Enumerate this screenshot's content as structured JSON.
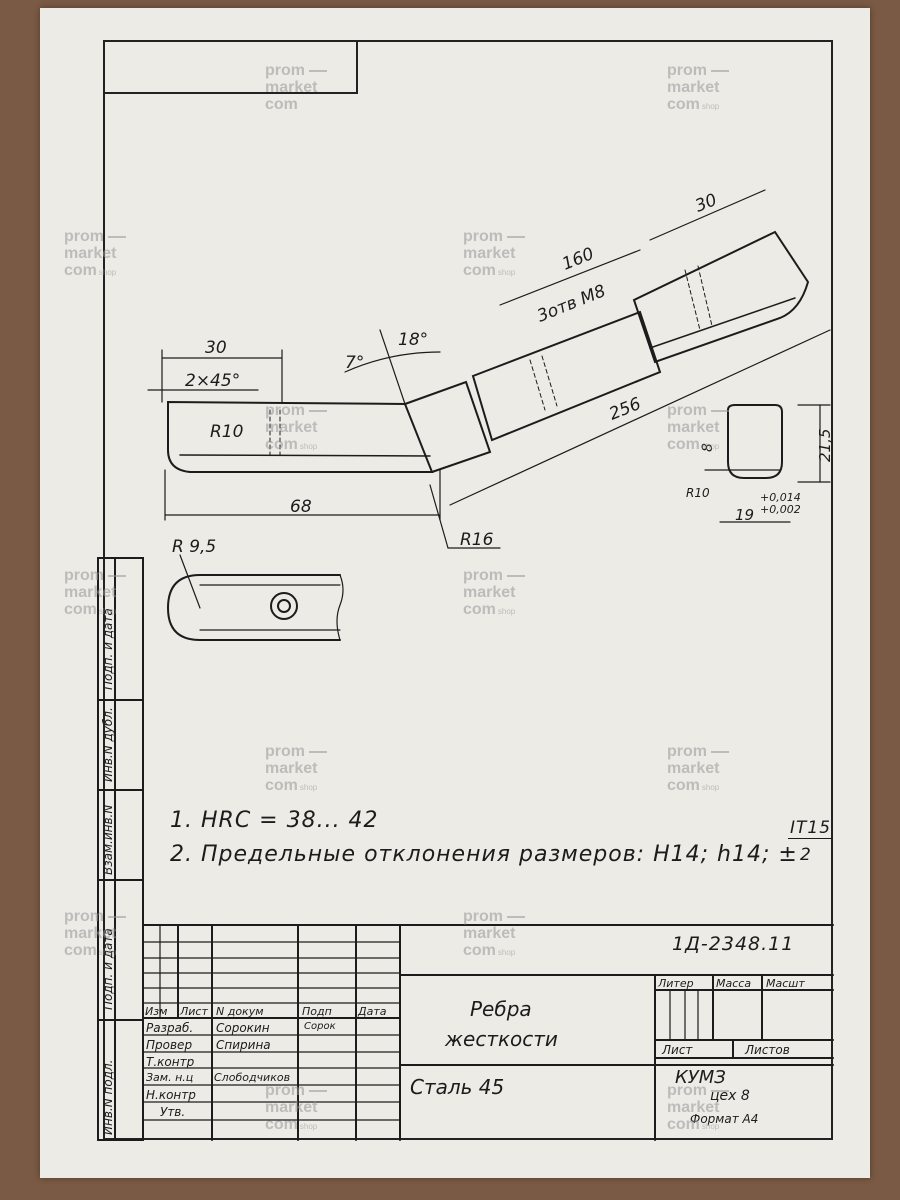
{
  "drawing": {
    "dimensions": {
      "d30_left": "30",
      "chamfer": "2×45°",
      "r10": "R10",
      "d68": "68",
      "r16": "R16",
      "a7": "7°",
      "a18": "18°",
      "d160": "160",
      "hole": "3отв М8",
      "d30_right": "30",
      "d256": "256",
      "r95": "R 9,5",
      "sec_r10": "R10",
      "d8": "8",
      "d215": "21,5",
      "d19": "19",
      "tol_up": "+0,014",
      "tol_low": "+0,002"
    },
    "notes": [
      "1. HRC = 38... 42",
      "2. Предельные отклонения размеров: Н14; h14; ±",
      "IT15",
      "2"
    ]
  },
  "title_block": {
    "doc_number": "1Д-2348.11",
    "part_name_1": "Ребра",
    "part_name_2": "жесткости",
    "material": "Сталь 45",
    "header_cols": [
      "Изм",
      "Лист",
      "N докум",
      "Подп",
      "Дата"
    ],
    "litera_header": "Литер",
    "mass_header": "Масса",
    "scale_header": "Масшт",
    "sheet_label": "Лист",
    "sheets_label": "Листов",
    "org": "КУМЗ",
    "dept": "цех 8",
    "format": "Формат А4",
    "roles": [
      {
        "role": "Разраб.",
        "name": "Сорокин",
        "sign": "Сорок"
      },
      {
        "role": "Провер",
        "name": "Спирина",
        "sign": ""
      },
      {
        "role": "Т.контр",
        "name": "",
        "sign": ""
      },
      {
        "role": "Зам. н.ц",
        "name": "Слободчиков",
        "sign": ""
      },
      {
        "role": "Н.контр",
        "name": "",
        "sign": ""
      },
      {
        "role": "Утв.",
        "name": "",
        "sign": ""
      }
    ]
  },
  "side_labels": [
    "Подп. и дата",
    "Инв.N дубл.",
    "Взам.инв.N",
    "Подп. и дата",
    "Инв.N подл."
  ],
  "watermark": {
    "line1": "prom",
    "line2": "market",
    "line3": "com",
    "suffix": "shop"
  }
}
